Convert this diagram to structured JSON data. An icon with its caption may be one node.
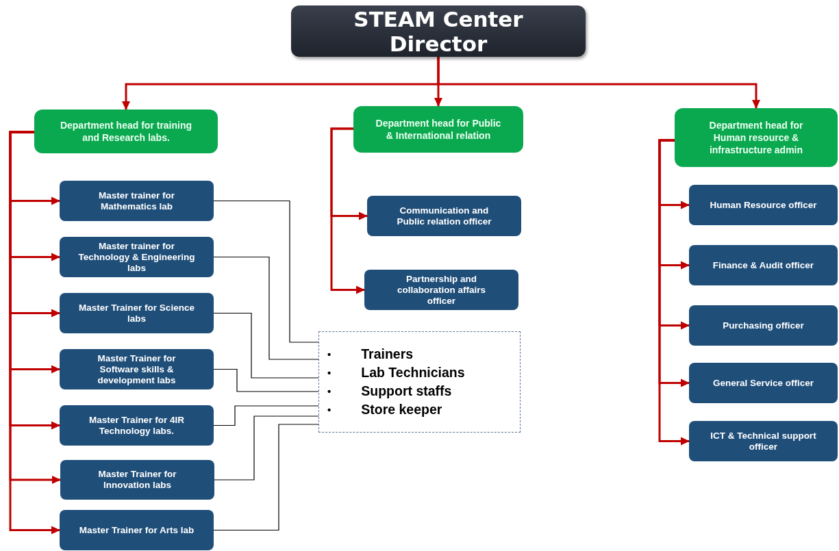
{
  "diagram": {
    "nodes": [
      {
        "text": [
          "STEAM Center Director"
        ]
      },
      {
        "text": [
          "Department  head for training and Research labs."
        ]
      },
      {
        "text": [
          "Department head for Public & International relation"
        ]
      },
      {
        "text": [
          "Department head for Human resource & infrastructure admin"
        ]
      },
      {
        "text": [
          "Master trainer for Mathematics lab"
        ]
      },
      {
        "text": [
          "Master trainer  for Technology & Engineering labs"
        ]
      },
      {
        "text": [
          "Master Trainer for Science labs"
        ]
      },
      {
        "text": [
          "Master Trainer for Software skills & development labs"
        ]
      },
      {
        "text": [
          "Master Trainer for 4IR Technology labs."
        ]
      },
      {
        "text": [
          "Master Trainer for Innovation labs"
        ]
      },
      {
        "text": [
          "Master Trainer for Arts lab"
        ]
      },
      {
        "text": [
          "Communication and Public relation officer"
        ]
      },
      {
        "text": [
          "Partnership and collaboration affairs officer"
        ]
      },
      {
        "text": [
          "Human Resource officer"
        ]
      },
      {
        "text": [
          "Finance & Audit officer"
        ]
      },
      {
        "text": [
          "Purchasing officer"
        ]
      },
      {
        "text": [
          "General Service officer"
        ]
      },
      {
        "text": [
          "ICT & Technical support officer"
        ]
      },
      {
        "text": [
          "Trainers",
          "Lab Technicians",
          "Support staffs",
          "Store keeper"
        ]
      }
    ],
    "edges": [
      {
        "from": 0,
        "to": 1,
        "arrow": "to"
      },
      {
        "from": 0,
        "to": 2,
        "arrow": "to"
      },
      {
        "from": 0,
        "to": 3,
        "arrow": "to"
      },
      {
        "from": 1,
        "to": 4,
        "arrow": "to"
      },
      {
        "from": 1,
        "to": 5,
        "arrow": "to"
      },
      {
        "from": 1,
        "to": 6,
        "arrow": "to"
      },
      {
        "from": 1,
        "to": 7,
        "arrow": "to"
      },
      {
        "from": 1,
        "to": 8,
        "arrow": "to"
      },
      {
        "from": 1,
        "to": 9,
        "arrow": "to"
      },
      {
        "from": 1,
        "to": 10,
        "arrow": "to"
      },
      {
        "from": 2,
        "to": 11,
        "arrow": "to"
      },
      {
        "from": 2,
        "to": 12,
        "arrow": "to"
      },
      {
        "from": 3,
        "to": 13,
        "arrow": "to"
      },
      {
        "from": 3,
        "to": 14,
        "arrow": "to"
      },
      {
        "from": 3,
        "to": 15,
        "arrow": "to"
      },
      {
        "from": 3,
        "to": 16,
        "arrow": "to"
      },
      {
        "from": 3,
        "to": 17,
        "arrow": "to"
      },
      {
        "from": 4,
        "to": 18,
        "arrow": "none",
        "color": "#000000"
      },
      {
        "from": 5,
        "to": 18,
        "arrow": "none",
        "color": "#000000"
      },
      {
        "from": 6,
        "to": 18,
        "arrow": "none",
        "color": "#000000"
      },
      {
        "from": 7,
        "to": 18,
        "arrow": "none",
        "color": "#000000"
      },
      {
        "from": 8,
        "to": 18,
        "arrow": "none",
        "color": "#000000"
      },
      {
        "from": 9,
        "to": 18,
        "arrow": "none",
        "color": "#000000"
      },
      {
        "from": 10,
        "to": 18,
        "arrow": "none",
        "color": "#000000"
      }
    ],
    "labels": [
      "•",
      "•",
      "•",
      "•"
    ]
  }
}
